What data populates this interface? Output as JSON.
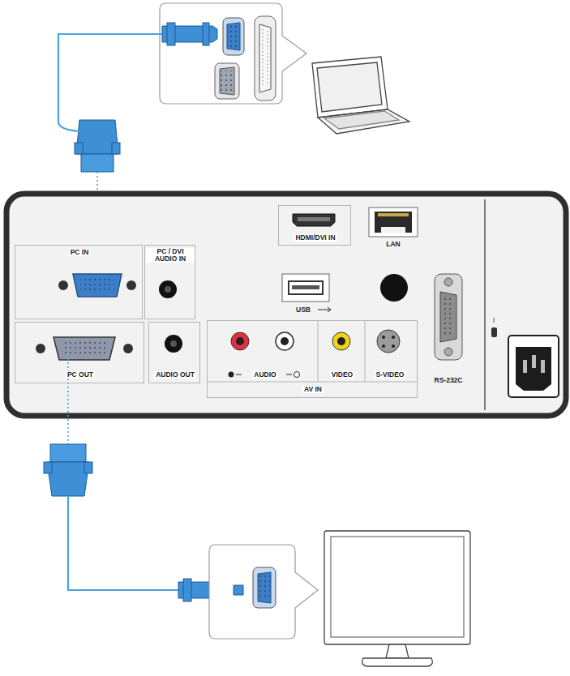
{
  "diagram": {
    "nodes": [
      {
        "text": [
          "HDMI/DVI IN"
        ]
      },
      {
        "text": [
          "PC IN"
        ]
      },
      {
        "text": [
          "PC / DVI AUDIO IN"
        ]
      },
      {
        "text": [
          "PC OUT"
        ]
      },
      {
        "text": [
          "AUDIO OUT"
        ]
      },
      {
        "text": [
          "AUDIO",
          "VIDEO",
          "S-VIDEO",
          "AV IN"
        ]
      }
    ],
    "labels": [
      "LAN",
      "USB",
      "RS-232C"
    ]
  }
}
